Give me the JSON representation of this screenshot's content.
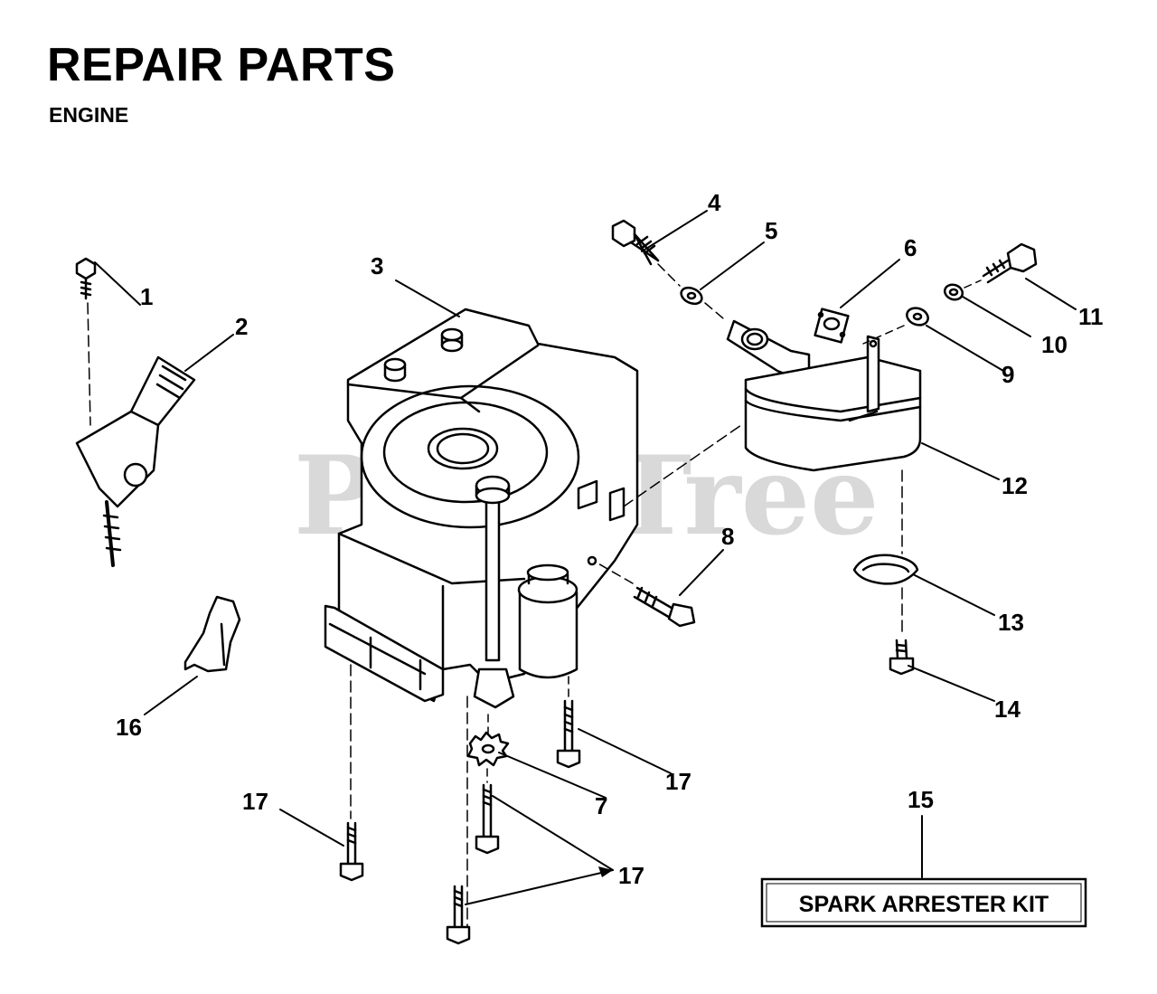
{
  "page": {
    "title": "REPAIR PARTS",
    "subtitle": "ENGINE"
  },
  "watermark": "PartsTree",
  "callouts": {
    "c1": "1",
    "c2": "2",
    "c3": "3",
    "c4": "4",
    "c5": "5",
    "c6": "6",
    "c7": "7",
    "c8": "8",
    "c9": "9",
    "c10": "10",
    "c11": "11",
    "c12": "12",
    "c13": "13",
    "c14": "14",
    "c15": "15",
    "c16": "16",
    "c17a": "17",
    "c17b": "17",
    "c17c": "17"
  },
  "kit_box": {
    "label": "SPARK ARRESTER KIT"
  }
}
